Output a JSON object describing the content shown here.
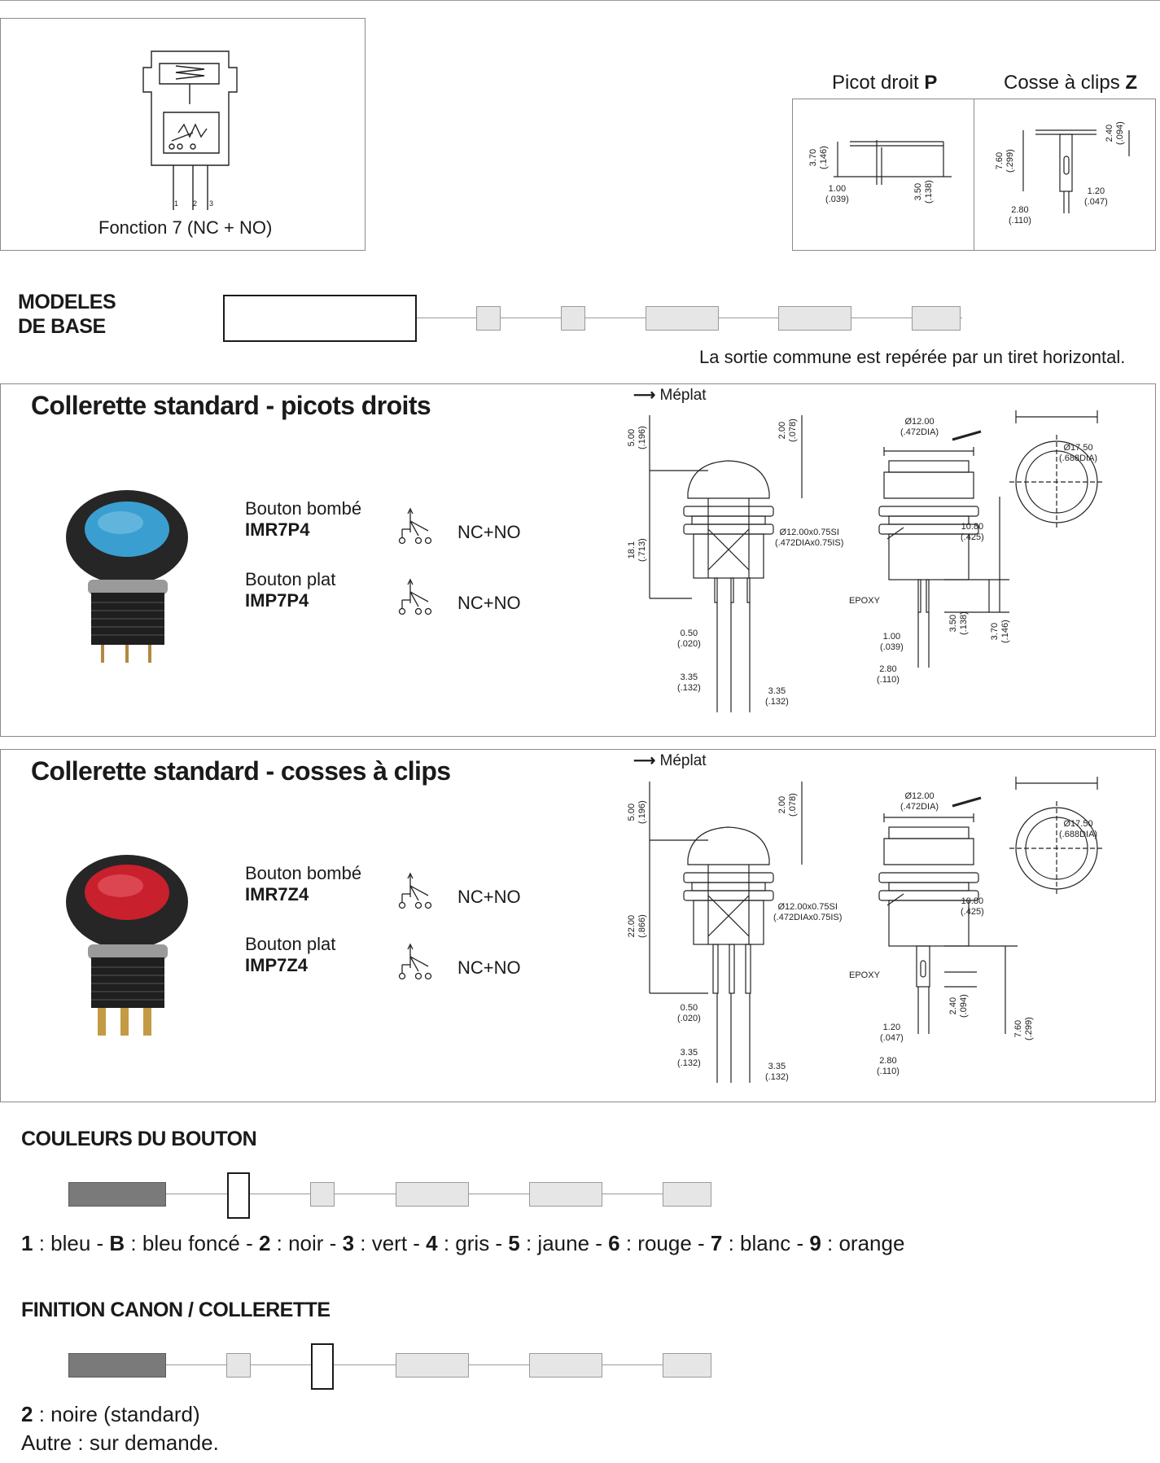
{
  "schematic": {
    "caption": "Fonction 7 (NC + NO)",
    "pin_labels": [
      "1",
      "2",
      "3"
    ]
  },
  "terminals": {
    "p_label": "Picot droit ",
    "p_letter": "P",
    "z_label": "Cosse à clips ",
    "z_letter": "Z",
    "p_dims": {
      "a": "3.70",
      "a_in": "(.146)",
      "b": "1.00",
      "b_in": "(.039)",
      "c": "3.50",
      "c_in": "(.138)"
    },
    "z_dims": {
      "a": "7.60",
      "a_in": "(.299)",
      "b": "2.40",
      "b_in": "(.094)",
      "c": "1.20",
      "c_in": "(.047)",
      "d": "2.80",
      "d_in": "(.110)"
    }
  },
  "base_models": {
    "title_line1": "MODELES",
    "title_line2": "DE BASE",
    "note": "La sortie commune est repérée par un tiret horizontal."
  },
  "section_pins": {
    "title": "Collerette standard - picots droits",
    "meplat": "Méplat",
    "items": [
      {
        "name": "Bouton bombé",
        "code": "IMR7P4",
        "contact": "NC+NO"
      },
      {
        "name": "Bouton plat",
        "code": "IMP7P4",
        "contact": "NC+NO"
      }
    ],
    "dims": {
      "d1": "5.00",
      "d1_in": "(.196)",
      "d2": "2.00",
      "d2_in": "(.078)",
      "d3": "18.1",
      "d3_in": "(.713)",
      "thread": "Ø12.00x0.75SI",
      "thread_in": "(.472DIAx0.75IS)",
      "dia12": "Ø12.00",
      "dia12_in": "(.472DIA)",
      "dia17": "Ø17.50",
      "dia17_in": "(.688DIA)",
      "d1080": "10.80",
      "d1080_in": "(.425)",
      "epoxy": "EPOXY",
      "d050": "0.50",
      "d050_in": "(.020)",
      "d335a": "3.35",
      "d335a_in": "(.132)",
      "d335b": "3.35",
      "d335b_in": "(.132)",
      "d100": "1.00",
      "d100_in": "(.039)",
      "d280": "2.80",
      "d280_in": "(.110)",
      "d350": "3.50",
      "d350_in": "(.138)",
      "d370": "3.70",
      "d370_in": "(.146)"
    }
  },
  "section_clips": {
    "title": "Collerette standard - cosses à clips",
    "meplat": "Méplat",
    "items": [
      {
        "name": "Bouton bombé",
        "code": "IMR7Z4",
        "contact": "NC+NO"
      },
      {
        "name": "Bouton plat",
        "code": "IMP7Z4",
        "contact": "NC+NO"
      }
    ],
    "dims": {
      "d1": "5.00",
      "d1_in": "(.196)",
      "d2": "2.00",
      "d2_in": "(.078)",
      "d3": "22.00",
      "d3_in": "(.866)",
      "thread": "Ø12.00x0.75SI",
      "thread_in": "(.472DIAx0.75IS)",
      "dia12": "Ø12.00",
      "dia12_in": "(.472DIA)",
      "dia17": "Ø17.50",
      "dia17_in": "(.688DIA)",
      "d1080": "10.80",
      "d1080_in": "(.425)",
      "epoxy": "EPOXY",
      "d050": "0.50",
      "d050_in": "(.020)",
      "d335a": "3.35",
      "d335a_in": "(.132)",
      "d335b": "3.35",
      "d335b_in": "(.132)",
      "d120": "1.20",
      "d120_in": "(.047)",
      "d280": "2.80",
      "d280_in": "(.110)",
      "d240": "2.40",
      "d240_in": "(.094)",
      "d760": "7.60",
      "d760_in": "(.299)"
    }
  },
  "colors_section": {
    "title": "COULEURS DU BOUTON",
    "legend": [
      {
        "k": "1",
        "v": " : bleu - "
      },
      {
        "k": "B",
        "v": " : bleu foncé - "
      },
      {
        "k": "2",
        "v": " : noir - "
      },
      {
        "k": "3",
        "v": " : vert - "
      },
      {
        "k": "4",
        "v": " : gris - "
      },
      {
        "k": "5",
        "v": " : jaune - "
      },
      {
        "k": "6",
        "v": " : rouge - "
      },
      {
        "k": "7",
        "v": " : blanc - "
      },
      {
        "k": "9",
        "v": " : orange"
      }
    ]
  },
  "finish_section": {
    "title": "FINITION CANON / COLLERETTE",
    "line1_key": "2",
    "line1_val": " : noire (standard)",
    "line2": "Autre : sur demande."
  },
  "colors": {
    "cap_blue": "#3a9fd0",
    "cap_red": "#c8202c",
    "body_black": "#1c1c1c",
    "segment_dark": "#7a7a7a",
    "segment_light": "#e6e6e6"
  }
}
